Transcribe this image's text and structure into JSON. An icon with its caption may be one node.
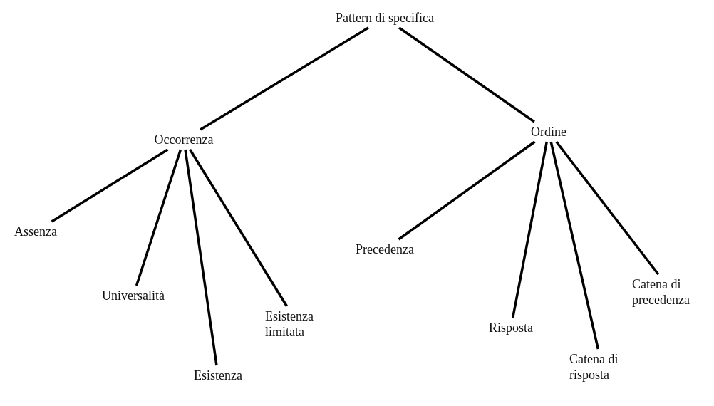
{
  "diagram": {
    "nodes": [
      {
        "text": [
          "Pattern di specifica"
        ]
      },
      {
        "text": [
          "Occorrenza"
        ]
      },
      {
        "text": [
          "Ordine"
        ]
      },
      {
        "text": [
          "Assenza"
        ]
      },
      {
        "text": [
          "Universalità"
        ]
      },
      {
        "text": [
          "Esistenza"
        ]
      },
      {
        "text": [
          "Esistenza limitata"
        ]
      },
      {
        "text": [
          "Precedenza"
        ]
      },
      {
        "text": [
          "Risposta"
        ]
      },
      {
        "text": [
          "Catena di risposta"
        ]
      },
      {
        "text": [
          "Catena di precedenza"
        ]
      }
    ],
    "edges": [
      {
        "from": 0,
        "to": 1,
        "arrow": "none"
      },
      {
        "from": 0,
        "to": 2,
        "arrow": "none"
      },
      {
        "from": 1,
        "to": 3,
        "arrow": "none"
      },
      {
        "from": 1,
        "to": 4,
        "arrow": "none"
      },
      {
        "from": 1,
        "to": 5,
        "arrow": "none"
      },
      {
        "from": 1,
        "to": 6,
        "arrow": "none"
      },
      {
        "from": 2,
        "to": 7,
        "arrow": "none"
      },
      {
        "from": 2,
        "to": 8,
        "arrow": "none"
      },
      {
        "from": 2,
        "to": 9,
        "arrow": "none"
      },
      {
        "from": 2,
        "to": 10,
        "arrow": "none"
      }
    ]
  }
}
